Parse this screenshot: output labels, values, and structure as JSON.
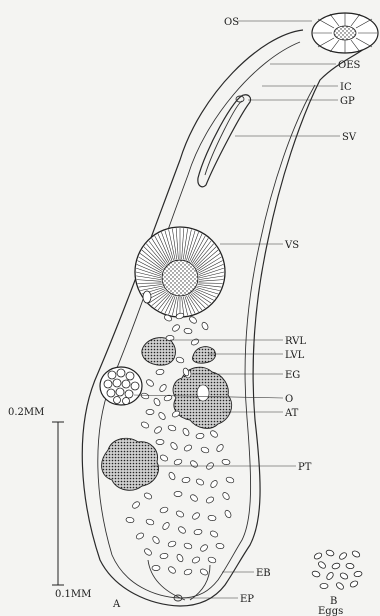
{
  "figure": {
    "labels": {
      "os": "OS",
      "oes": "OES",
      "ic": "IC",
      "gp": "GP",
      "sv": "SV",
      "vs": "VS",
      "rvl": "RVL",
      "lvl": "LVL",
      "eg": "EG",
      "o": "O",
      "at": "AT",
      "pt": "PT",
      "eb": "EB",
      "ep": "EP"
    },
    "scale_top": "0.2MM",
    "scale_bottom": "0.1MM",
    "panel_a": "A",
    "panel_b": "B",
    "eggs": "Eggs"
  }
}
